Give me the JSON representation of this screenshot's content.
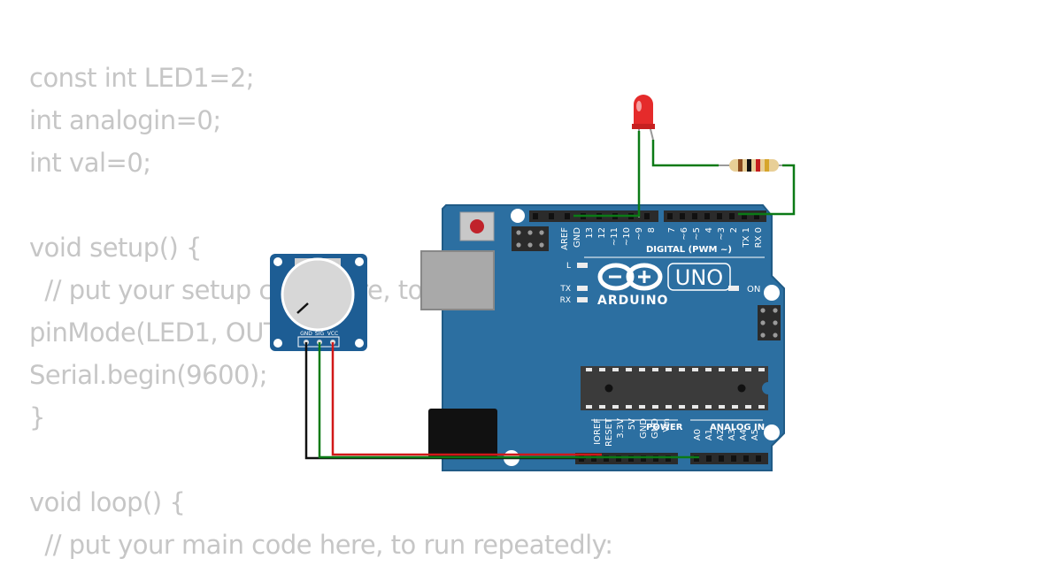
{
  "code": {
    "lines": [
      "const int LED1=2;",
      "int analogin=0;",
      "int val=0;",
      "",
      "void setup() {",
      "  // put your setup code here, to run once:",
      "pinMode(LED1, OUTPUT);",
      "Serial.begin(9600);",
      "}",
      "",
      "void loop() {",
      "  // put your main code here, to run repeatedly:"
    ]
  },
  "board": {
    "brand": "ARDUINO",
    "model": "UNO",
    "digital_header_label": "DIGITAL (PWM ~)",
    "power_header_label": "POWER",
    "analog_header_label": "ANALOG IN",
    "led_labels": {
      "l": "L",
      "tx": "TX",
      "rx": "RX",
      "on": "ON"
    },
    "digital_pins_left": [
      "AREF",
      "GND",
      "13",
      "12",
      "~11",
      "~10",
      "~9",
      "8"
    ],
    "digital_pins_right": [
      "7",
      "~6",
      "~5",
      "4",
      "~3",
      "2",
      "TX 1",
      "RX 0"
    ],
    "power_pins": [
      "IOREF",
      "RESET",
      "3.3V",
      "5V",
      "GND",
      "GND",
      "Vin"
    ],
    "analog_pins": [
      "A0",
      "A1",
      "A2",
      "A3",
      "A4",
      "A5"
    ],
    "colors": {
      "pcb": "#2c6fa1",
      "pcb_border": "#205b86",
      "header": "#2b2b2b",
      "chip": "#3b3b3b"
    }
  },
  "potentiometer": {
    "pin_labels": [
      "GND",
      "SIG",
      "VCC"
    ],
    "colors": {
      "pcb": "#1d5d94",
      "knob": "#d7d7d7"
    }
  },
  "wires": {
    "black": "#111111",
    "green": "#0b7a16",
    "red": "#d11818"
  },
  "led": {
    "color": "#e52b2b"
  },
  "resistor": {
    "bands": [
      "#8b4b1f",
      "#111111",
      "#c41d1d",
      "#d6a52b"
    ]
  }
}
